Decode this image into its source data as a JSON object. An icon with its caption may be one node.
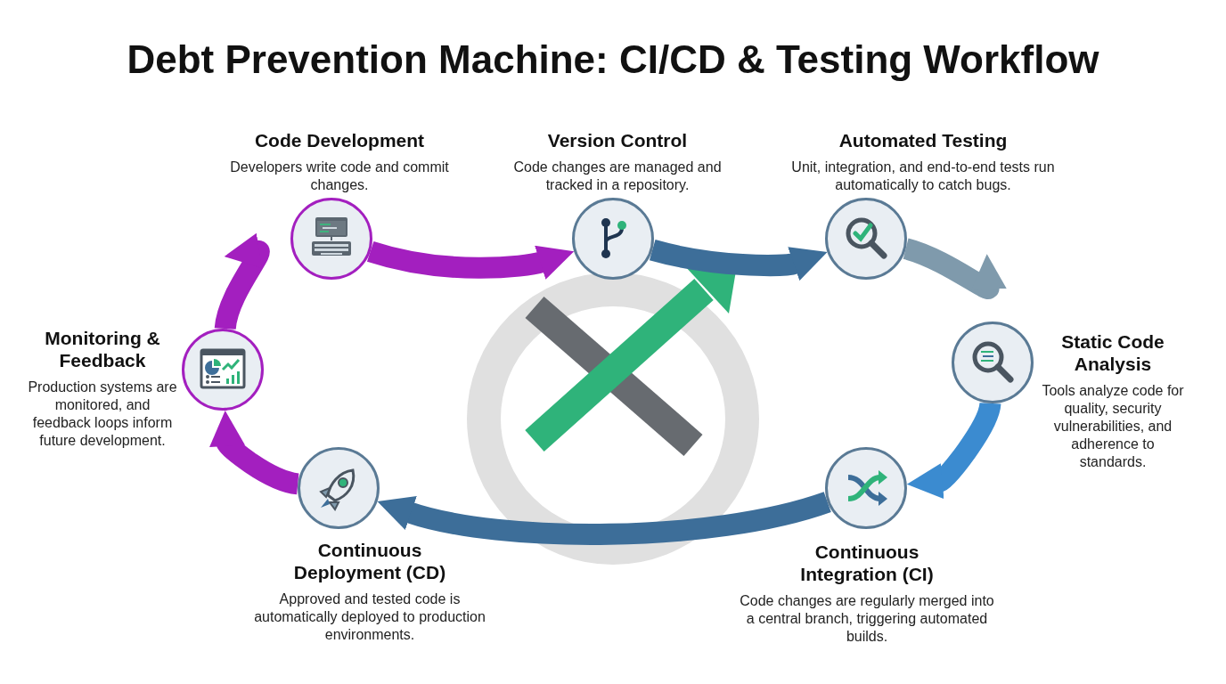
{
  "diagram": {
    "title": "Debt Prevention Machine: CI/CD & Testing Workflow",
    "nodes": [
      {
        "text": [
          "Code Development",
          "Developers write code and commit changes."
        ]
      },
      {
        "text": [
          "Version Control",
          "Code changes are managed and tracked in a repository."
        ]
      },
      {
        "text": [
          "Automated Testing",
          "Unit, integration, and end-to-end tests run automatically to catch bugs."
        ]
      },
      {
        "text": [
          "Monitoring & Feedback",
          "Production systems are monitored, and feedback loops inform future development."
        ]
      },
      {
        "text": [
          "Static Code Analysis",
          "Tools analyze code for quality, security vulnerabilities, and adherence to standards."
        ]
      },
      {
        "text": [
          "Continuous Deployment (CD)",
          "Approved and tested code is automatically deployed to production environments."
        ]
      },
      {
        "text": [
          "Continuous Integration (CI)",
          "Code changes are regularly merged into a central branch, triggering automated builds."
        ]
      }
    ],
    "edges": [
      {
        "from": 0,
        "to": 1,
        "arrow": "to",
        "color": "#a31fbf"
      },
      {
        "from": 1,
        "to": 2,
        "arrow": "to",
        "color": "#3d6e99"
      },
      {
        "from": 2,
        "to": 4,
        "arrow": "to",
        "color": "#7f9aac"
      },
      {
        "from": 4,
        "to": 6,
        "arrow": "to",
        "color": "#3b8bd0"
      },
      {
        "from": 6,
        "to": 5,
        "arrow": "to",
        "color": "#3d6e99"
      },
      {
        "from": 5,
        "to": 3,
        "arrow": "to",
        "color": "#a31fbf"
      },
      {
        "from": 3,
        "to": 0,
        "arrow": "to",
        "color": "#a31fbf"
      }
    ]
  }
}
